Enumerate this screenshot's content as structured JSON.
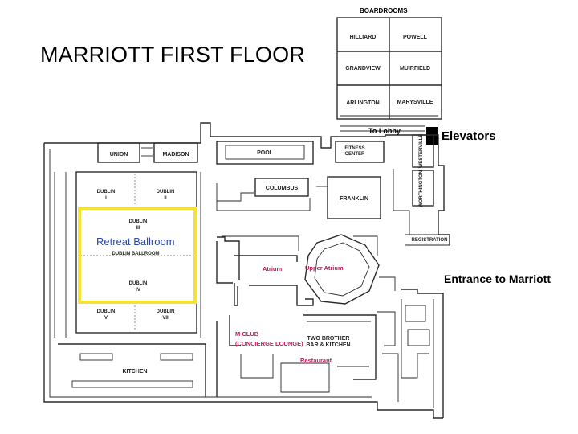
{
  "title": "MARRIOTT FIRST FLOOR",
  "boardrooms": {
    "heading": "BOARDROOMS",
    "rooms": [
      "HILLIARD",
      "POWELL",
      "GRANDVIEW",
      "MUIRFIELD",
      "ARLINGTON",
      "MARYSVILLE"
    ]
  },
  "labels": {
    "to_lobby": "To Lobby",
    "elevators": "Elevators",
    "entrance": "Entrance to Marriott",
    "retreat_ballroom": "Retreat Ballroom",
    "atrium": "Atrium",
    "upper_atrium": "Upper Atrium",
    "m_club": "M CLUB",
    "concierge_lounge": "(CONCIERGE LOUNGE)",
    "restaurant": "Restaurant"
  },
  "rooms": {
    "union": "UNION",
    "madison": "MADISON",
    "pool": "POOL",
    "fitness_1": "FITNESS",
    "fitness_2": "CENTER",
    "westerville": "WESTERVILLE",
    "worthington": "WORTHINGTON",
    "columbus": "COLUMBUS",
    "franklin": "FRANKLIN",
    "registration": "REGISTRATION",
    "dublin_1a": "DUBLIN",
    "dublin_1b": "I",
    "dublin_2a": "DUBLIN",
    "dublin_2b": "II",
    "dublin_3a": "DUBLIN",
    "dublin_3b": "III",
    "dublin_ballroom": "DUBLIN BALLROOM",
    "dublin_4a": "DUBLIN",
    "dublin_4b": "IV",
    "dublin_5a": "DUBLIN",
    "dublin_5b": "V",
    "dublin_7a": "DUBLIN",
    "dublin_7b": "VII",
    "kitchen": "KITCHEN",
    "two_brother_1": "TWO BROTHER",
    "two_brother_2": "BAR & KITCHEN"
  },
  "colors": {
    "highlight": "#f2e23a",
    "retreat_text": "#2b4aa8",
    "pink_text": "#c2185b",
    "elevator_block": "#000000"
  }
}
